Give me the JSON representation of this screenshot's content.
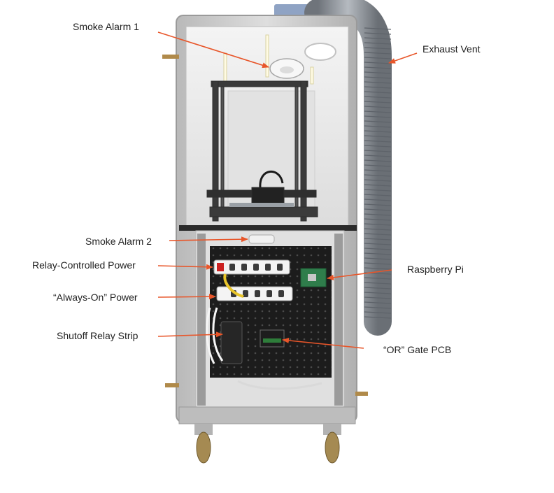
{
  "labels": {
    "smoke_alarm_1": "Smoke Alarm 1",
    "exhaust_vent": "Exhaust Vent",
    "smoke_alarm_2": "Smoke Alarm 2",
    "relay_controlled_power": "Relay-Controlled Power",
    "raspberry_pi": "Raspberry Pi",
    "always_on_power": "“Always-On” Power",
    "shutoff_relay_strip": "Shutoff Relay Strip",
    "or_gate_pcb": "“OR” Gate PCB"
  },
  "colors": {
    "arrow": "#e8562a",
    "cabinet_frame": "#c9c9c9",
    "interior": "#ececec",
    "panel_dark": "#1c1c1c",
    "duct": "#8a8f96"
  }
}
